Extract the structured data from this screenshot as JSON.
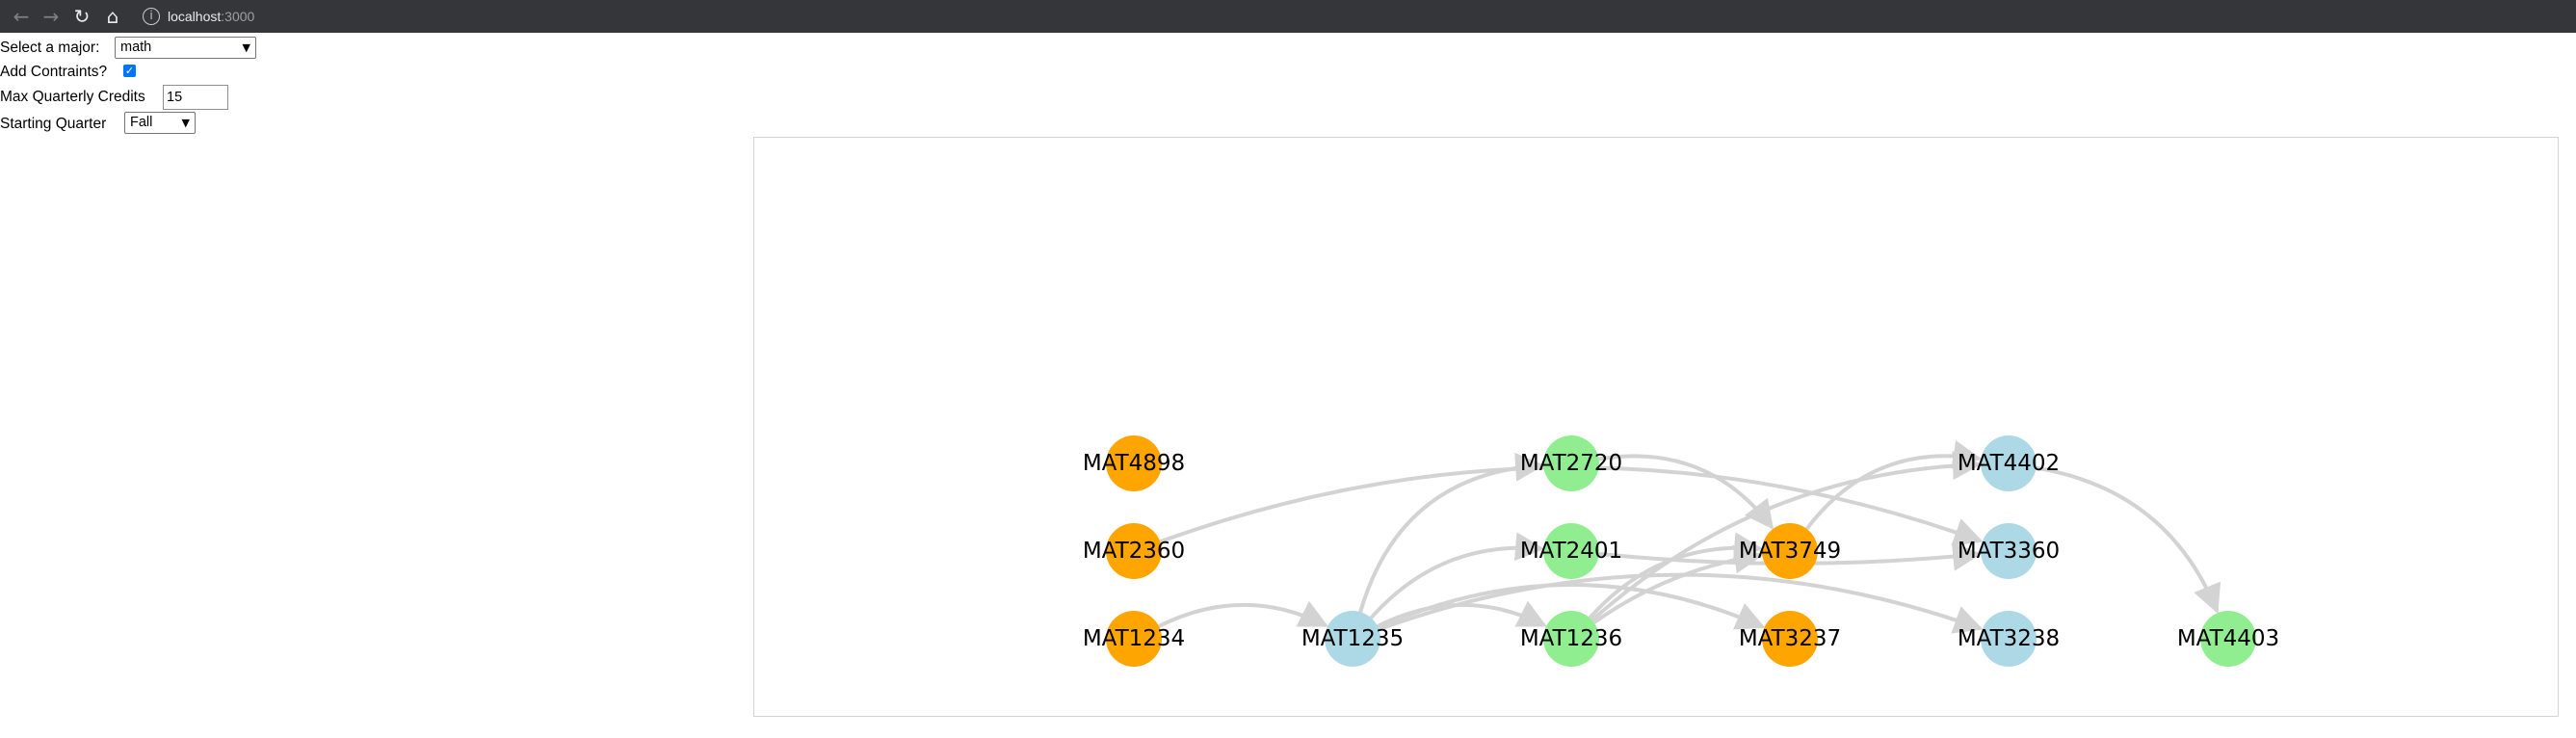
{
  "browser": {
    "url_host": "localhost",
    "url_port": ":3000",
    "back_icon": "arrow-left-icon",
    "forward_icon": "arrow-right-icon",
    "reload_icon": "reload-icon",
    "home_icon": "home-icon",
    "info_icon": "info-icon"
  },
  "form": {
    "major_label": "Select a major:",
    "major_value": "math",
    "constraints_label": "Add Contraints?",
    "constraints_checked": true,
    "credits_label": "Max Quarterly Credits",
    "credits_value": "15",
    "quarter_label": "Starting Quarter",
    "quarter_value": "Fall"
  },
  "colors": {
    "orange": "#ffa500",
    "green": "#90ee90",
    "blue": "#add8e6",
    "edge": "#d3d3d3"
  },
  "graph": {
    "nodes": [
      {
        "id": "MAT4898",
        "color": "orange"
      },
      {
        "id": "MAT2360",
        "color": "orange"
      },
      {
        "id": "MAT1234",
        "color": "orange"
      },
      {
        "id": "MAT1235",
        "color": "blue"
      },
      {
        "id": "MAT2720",
        "color": "green"
      },
      {
        "id": "MAT2401",
        "color": "green"
      },
      {
        "id": "MAT1236",
        "color": "green"
      },
      {
        "id": "MAT3749",
        "color": "orange"
      },
      {
        "id": "MAT3237",
        "color": "orange"
      },
      {
        "id": "MAT4402",
        "color": "blue"
      },
      {
        "id": "MAT3360",
        "color": "blue"
      },
      {
        "id": "MAT3238",
        "color": "blue"
      },
      {
        "id": "MAT4403",
        "color": "green"
      }
    ],
    "edges": [
      [
        "MAT1234",
        "MAT1235"
      ],
      [
        "MAT1235",
        "MAT2720"
      ],
      [
        "MAT1235",
        "MAT2401"
      ],
      [
        "MAT1235",
        "MAT1236"
      ],
      [
        "MAT1235",
        "MAT3237"
      ],
      [
        "MAT1235",
        "MAT3238"
      ],
      [
        "MAT2360",
        "MAT3360"
      ],
      [
        "MAT2720",
        "MAT3749"
      ],
      [
        "MAT2401",
        "MAT3360"
      ],
      [
        "MAT1236",
        "MAT3749"
      ],
      [
        "MAT1236",
        "MAT3749"
      ],
      [
        "MAT1236",
        "MAT4402"
      ],
      [
        "MAT3749",
        "MAT4402"
      ],
      [
        "MAT4402",
        "MAT4403"
      ]
    ]
  }
}
